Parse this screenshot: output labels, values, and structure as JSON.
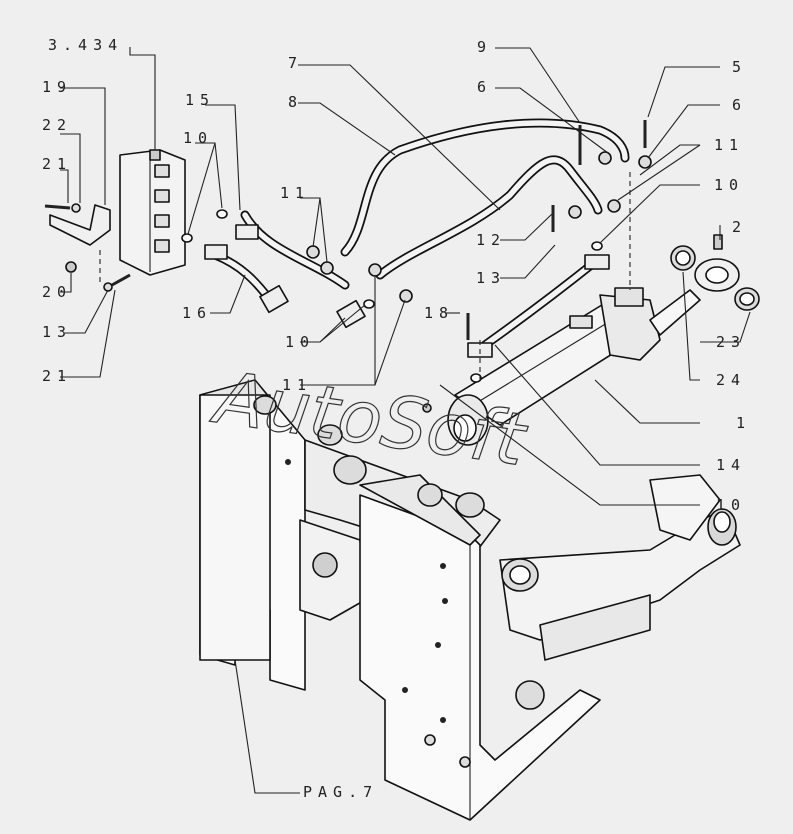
{
  "watermark": "AutoSoft",
  "page_ref": "PAG.7",
  "callouts": [
    {
      "id": "c-3434",
      "text": "3.434"
    },
    {
      "id": "c-19",
      "text": "19"
    },
    {
      "id": "c-22",
      "text": "22"
    },
    {
      "id": "c-21a",
      "text": "21"
    },
    {
      "id": "c-20",
      "text": "20"
    },
    {
      "id": "c-13a",
      "text": "13"
    },
    {
      "id": "c-21b",
      "text": "21"
    },
    {
      "id": "c-15",
      "text": "15"
    },
    {
      "id": "c-10a",
      "text": "10"
    },
    {
      "id": "c-16",
      "text": "16"
    },
    {
      "id": "c-11a",
      "text": "11"
    },
    {
      "id": "c-10b",
      "text": "10"
    },
    {
      "id": "c-11b",
      "text": "11"
    },
    {
      "id": "c-7",
      "text": "7"
    },
    {
      "id": "c-8",
      "text": "8"
    },
    {
      "id": "c-9",
      "text": "9"
    },
    {
      "id": "c-6a",
      "text": "6"
    },
    {
      "id": "c-5",
      "text": "5"
    },
    {
      "id": "c-6b",
      "text": "6"
    },
    {
      "id": "c-11c",
      "text": "11"
    },
    {
      "id": "c-10c",
      "text": "10"
    },
    {
      "id": "c-12",
      "text": "12"
    },
    {
      "id": "c-13b",
      "text": "13"
    },
    {
      "id": "c-2",
      "text": "2"
    },
    {
      "id": "c-18",
      "text": "18"
    },
    {
      "id": "c-23",
      "text": "23"
    },
    {
      "id": "c-24",
      "text": "24"
    },
    {
      "id": "c-1",
      "text": "1"
    },
    {
      "id": "c-14",
      "text": "14"
    },
    {
      "id": "c-10d",
      "text": "10"
    }
  ]
}
